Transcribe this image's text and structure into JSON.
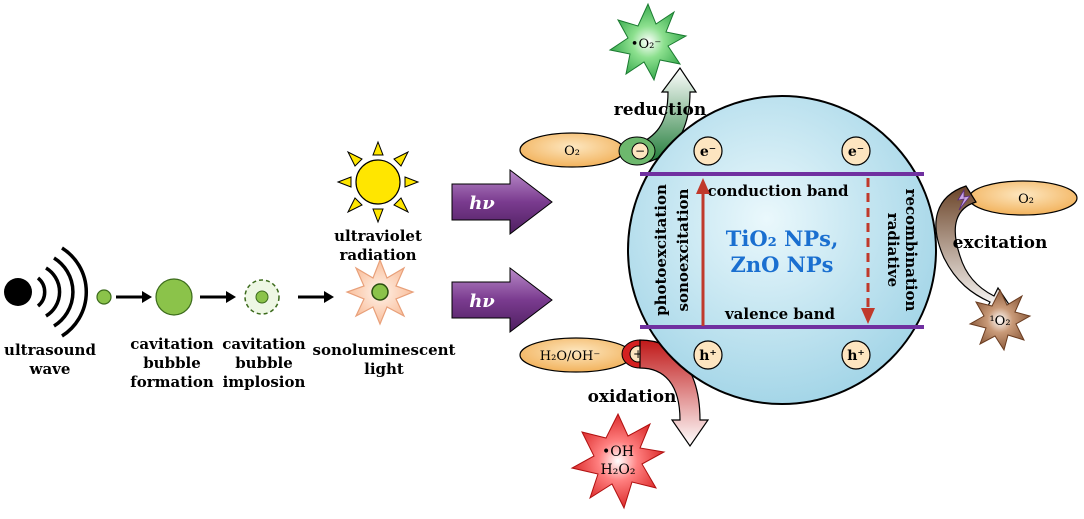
{
  "steps": {
    "wave": [
      "ultrasound",
      "wave"
    ],
    "formation": [
      "cavitation",
      "bubble",
      "formation"
    ],
    "implosion": [
      "cavitation",
      "bubble",
      "implosion"
    ],
    "sono": [
      "sonoluminescent",
      "light"
    ],
    "uv": [
      "ultraviolet",
      "radiation"
    ]
  },
  "hv": "hν",
  "particle": {
    "title1": "TiO₂ NPs,",
    "title2": "ZnO NPs",
    "conduction": "conduction band",
    "valence": "valence band",
    "photo": "photoexcitation",
    "sono": "sonoexcitation",
    "radiative1": "radiative",
    "radiative2": "recombination",
    "electron": "e⁻",
    "hole": "h⁺"
  },
  "reactions": {
    "reduction": "reduction",
    "oxidation": "oxidation",
    "excitation": "excitation",
    "o2": "O₂",
    "h2o": "H₂O/OH⁻",
    "minus": "−",
    "plus": "+",
    "superoxide": "•O₂⁻",
    "hydroxyl": "•OH",
    "h2o2": "H₂O₂",
    "singlet": "¹O₂"
  },
  "colors": {
    "bubble": "#8bc34a",
    "particle": "#bfe6f2",
    "band": "#7030a0",
    "arrow": "#c0392b",
    "o2_shell": "#f7c97a",
    "hv_arrow": "#7a3b8f",
    "star_green": "#2eb84b",
    "star_red": "#e02020",
    "star_brown": "#8a5a3c",
    "sun": "#ffe600"
  }
}
